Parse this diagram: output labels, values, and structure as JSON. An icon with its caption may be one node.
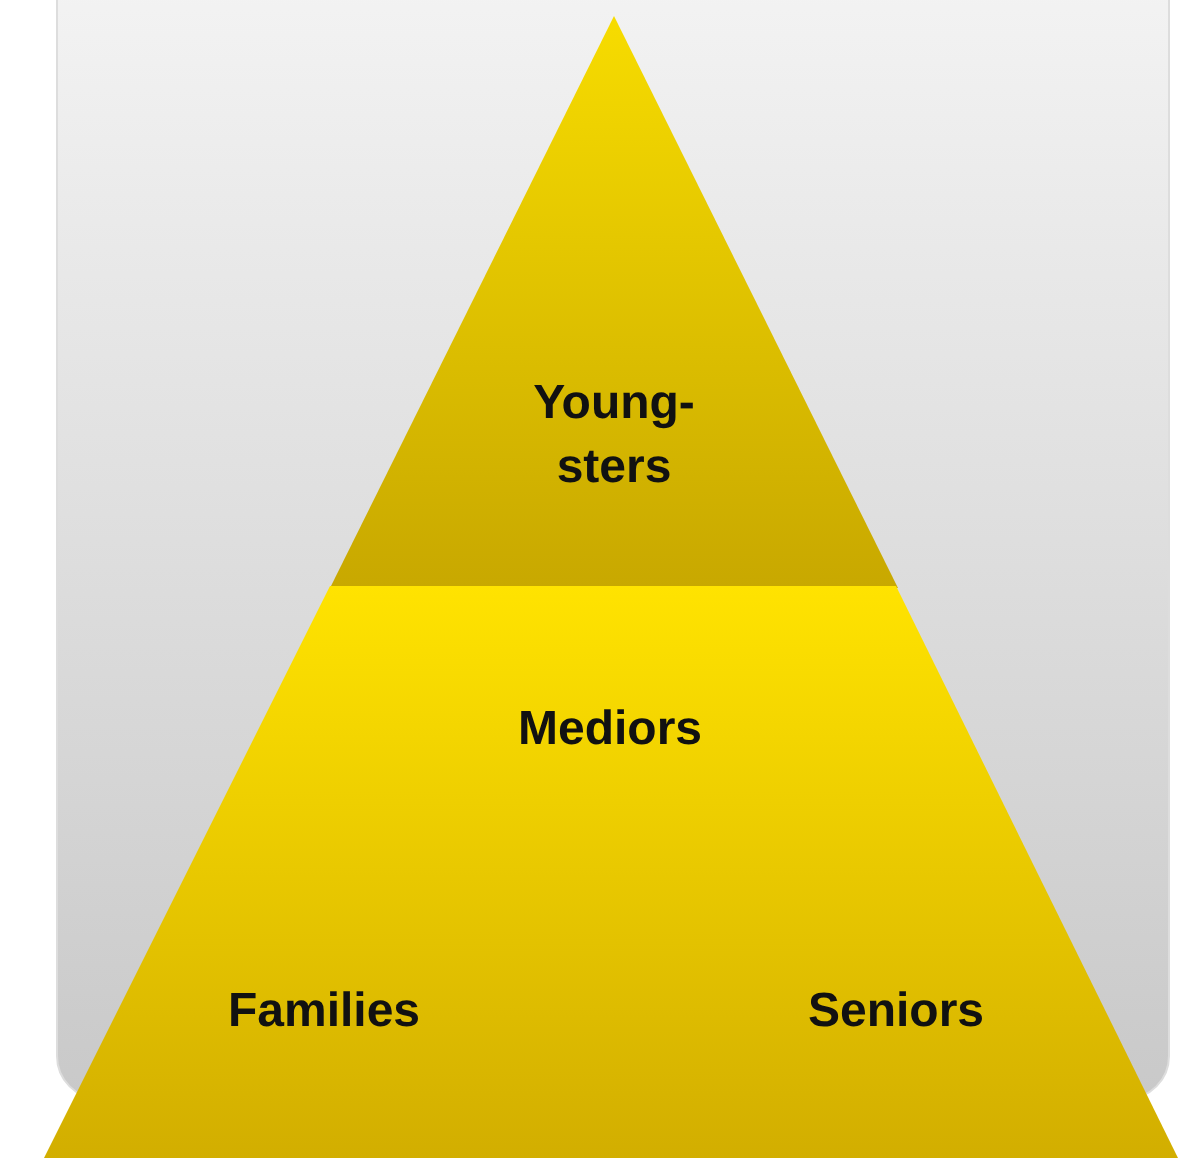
{
  "diagram": {
    "nodes": [
      {
        "text": [
          "Young- sters"
        ]
      },
      {
        "text": [
          "Mediors",
          "Families",
          "Seniors"
        ]
      }
    ]
  }
}
